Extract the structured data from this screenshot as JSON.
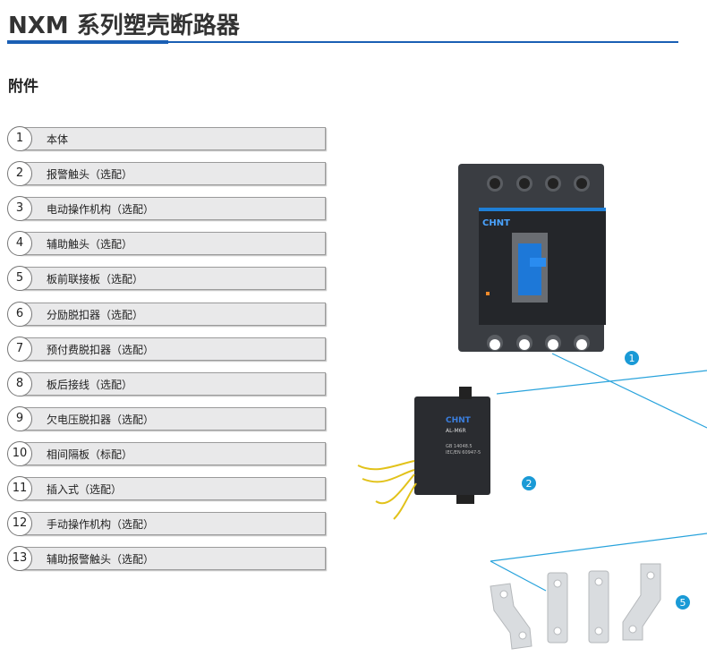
{
  "header": {
    "title": "NXM 系列塑壳断路器",
    "section": "附件"
  },
  "items": [
    {
      "n": "1",
      "label": "本体"
    },
    {
      "n": "2",
      "label": "报警触头（选配）"
    },
    {
      "n": "3",
      "label": "电动操作机构（选配）"
    },
    {
      "n": "4",
      "label": "辅助触头（选配）"
    },
    {
      "n": "5",
      "label": "板前联接板（选配）"
    },
    {
      "n": "6",
      "label": "分励脱扣器（选配）"
    },
    {
      "n": "7",
      "label": "预付费脱扣器（选配）"
    },
    {
      "n": "8",
      "label": "板后接线（选配）"
    },
    {
      "n": "9",
      "label": "欠电压脱扣器（选配）"
    },
    {
      "n": "10",
      "label": "相间隔板（标配）"
    },
    {
      "n": "11",
      "label": "插入式（选配）"
    },
    {
      "n": "12",
      "label": "手动操作机构（选配）"
    },
    {
      "n": "13",
      "label": "辅助报警触头（选配）"
    }
  ],
  "illustration": {
    "brand": "CHNT",
    "module_model": "AL-M6R",
    "module_std1": "GB 14048.5",
    "module_std2": "IEC/EN 60947-5",
    "callouts": [
      "1",
      "2",
      "5"
    ],
    "accent": "#1a9ad6"
  }
}
